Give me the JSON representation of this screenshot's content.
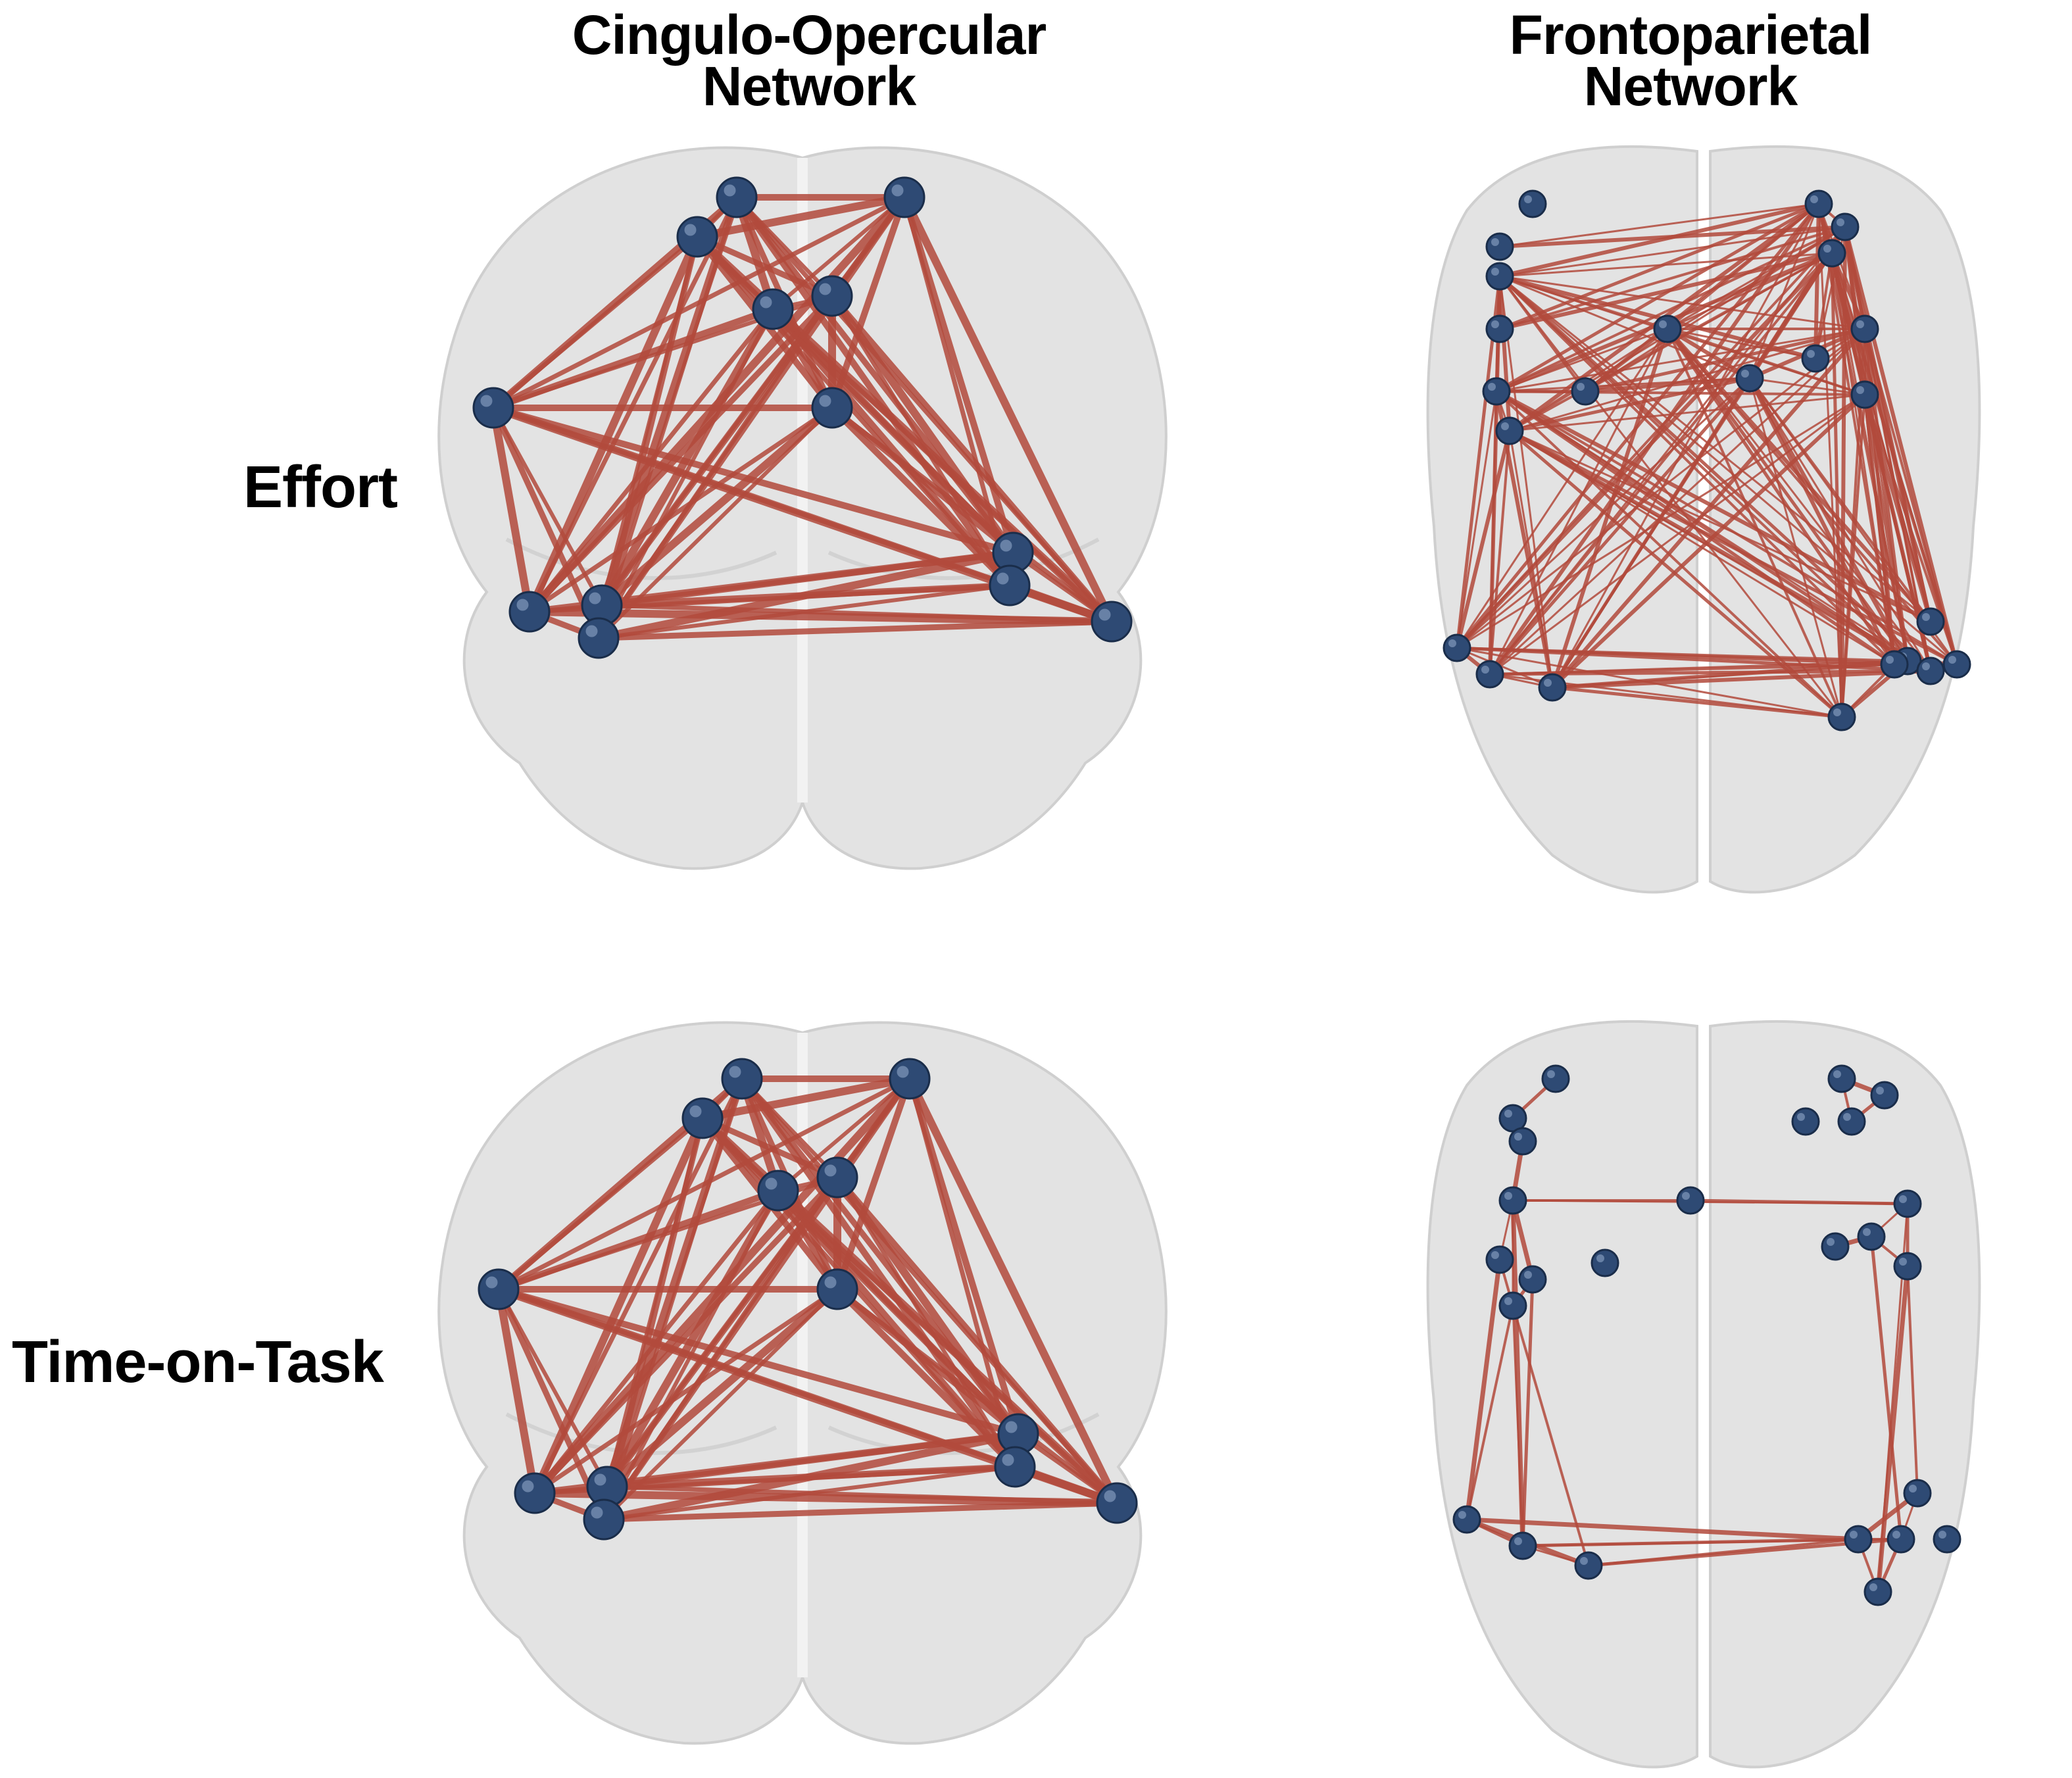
{
  "columns": [
    {
      "line1": "Cingulo-Opercular",
      "line2": "Network"
    },
    {
      "line1": "Frontoparietal",
      "line2": "Network"
    }
  ],
  "rows": [
    {
      "label": "Effort"
    },
    {
      "label": "Time-on-Task"
    }
  ],
  "colors": {
    "node": "#2e4a74",
    "edge": "#b24a3c",
    "brain": "#dcdcdc"
  }
}
